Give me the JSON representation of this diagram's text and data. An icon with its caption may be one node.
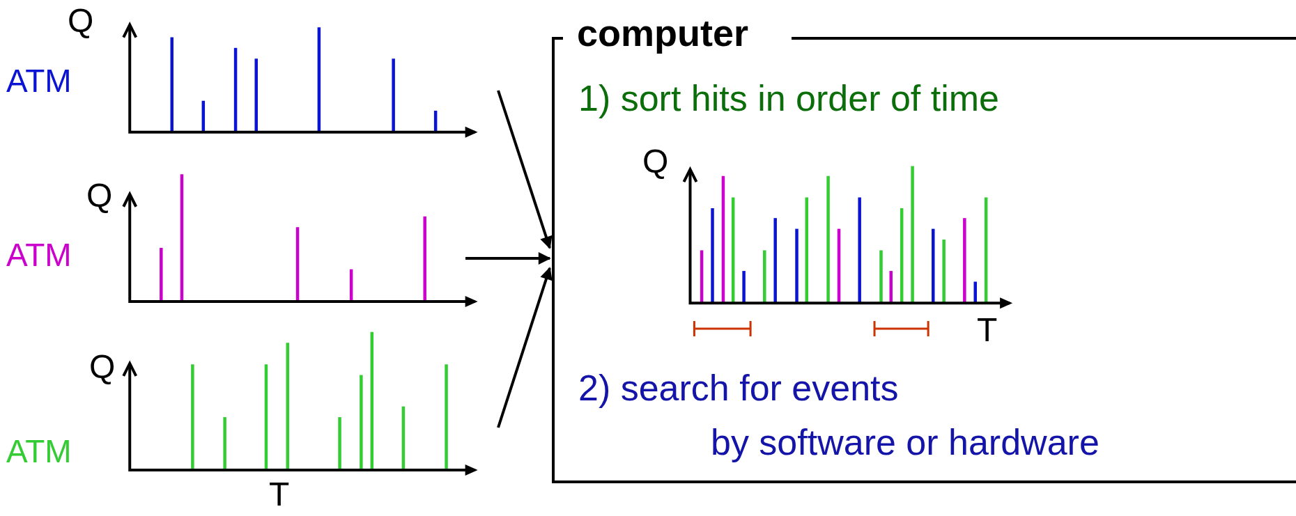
{
  "diagram": {
    "nodes": [
      {
        "text": [
          "Q",
          "ATM"
        ]
      },
      {
        "text": [
          "Q",
          "ATM"
        ]
      },
      {
        "text": [
          "Q",
          "ATM",
          "T"
        ]
      },
      {
        "text": [
          "computer",
          "1) sort hits in order of time",
          "2) search for events",
          "by software or hardware"
        ]
      }
    ],
    "edges": [
      {
        "from": 0,
        "to": 3,
        "arrow": "to"
      },
      {
        "from": 1,
        "to": 3,
        "arrow": "to"
      },
      {
        "from": 2,
        "to": 3,
        "arrow": "to"
      }
    ],
    "labels": [
      "Q",
      "T"
    ]
  }
}
